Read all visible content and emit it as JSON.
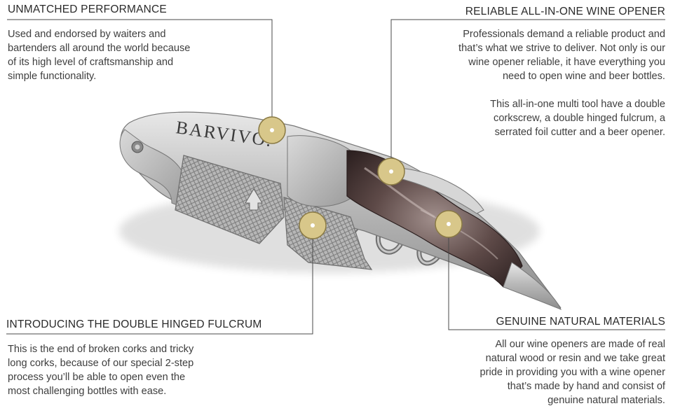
{
  "features": {
    "performance": {
      "heading": "UNMATCHED PERFORMANCE",
      "lines": [
        "Used and endorsed by waiters and",
        "bartenders all around the world because",
        "of its high level of craftsmanship and",
        "simple functionality."
      ]
    },
    "reliable": {
      "heading": "RELIABLE ALL-IN-ONE WINE OPENER",
      "lines": [
        "Professionals demand a reliable product and",
        "that’s what we strive to deliver. Not only is our",
        "wine opener reliable, it have everything you",
        "need to open wine and beer bottles."
      ],
      "lines2": [
        "This all-in-one multi tool have a double",
        "corkscrew, a double hinged fulcrum, a",
        "serrated foil cutter and a beer opener."
      ]
    },
    "fulcrum": {
      "heading": "INTRODUCING THE DOUBLE HINGED FULCRUM",
      "lines": [
        "This is the end of broken corks and tricky",
        "long corks, because of our special 2-step",
        "process you’ll be able to open even the",
        "most challenging bottles with ease."
      ]
    },
    "materials": {
      "heading": "GENUINE NATURAL MATERIALS",
      "lines": [
        "All our wine openers are made of real",
        "natural wood or resin and we take great",
        "pride in providing you with a wine opener",
        "that’s made by hand and consist of",
        "genuine natural materials."
      ]
    }
  },
  "product": {
    "brand_engraving": "BARVIVO."
  },
  "colors": {
    "hotspot_gold": "#d8c78a",
    "hotspot_ring": "#8a7a44",
    "leader_line": "#4a4a4a",
    "resin": "#4a3a3a",
    "steel": "#b8b8b8"
  }
}
